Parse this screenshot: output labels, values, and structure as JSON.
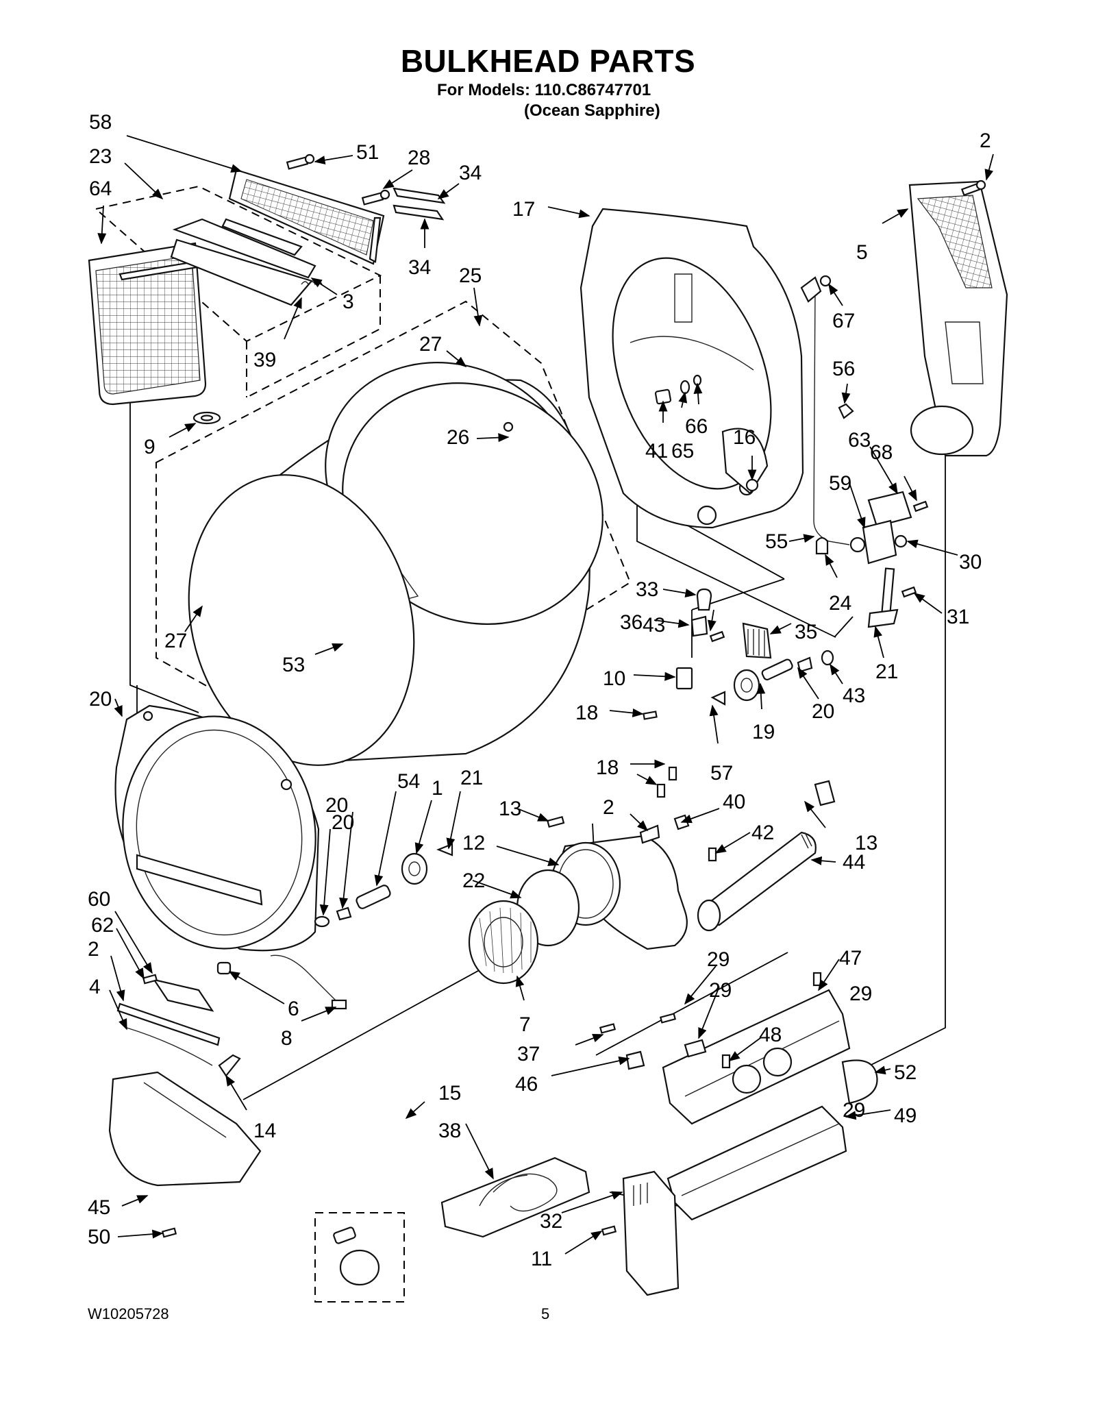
{
  "title": "BULKHEAD PARTS",
  "subtitle_line1": "For Models: 110.C86747701",
  "subtitle_line2": "(Ocean Sapphire)",
  "footer": {
    "doc_number": "W10205728",
    "page_number": "5"
  },
  "callouts": [
    "58",
    "23",
    "64",
    "51",
    "28",
    "34",
    "34",
    "3",
    "39",
    "25",
    "27",
    "26",
    "17",
    "2",
    "5",
    "67",
    "56",
    "66",
    "65",
    "41",
    "16",
    "63",
    "68",
    "59",
    "30",
    "55",
    "24",
    "31",
    "9",
    "27",
    "53",
    "33",
    "43",
    "36",
    "35",
    "10",
    "18",
    "43",
    "20",
    "19",
    "21",
    "57",
    "20",
    "54",
    "1",
    "21",
    "20",
    "20",
    "18",
    "13",
    "2",
    "40",
    "42",
    "13",
    "12",
    "44",
    "22",
    "60",
    "62",
    "2",
    "6",
    "8",
    "4",
    "7",
    "37",
    "29",
    "29",
    "47",
    "29",
    "46",
    "48",
    "52",
    "29",
    "49",
    "15",
    "38",
    "14",
    "45",
    "50",
    "32",
    "11"
  ]
}
